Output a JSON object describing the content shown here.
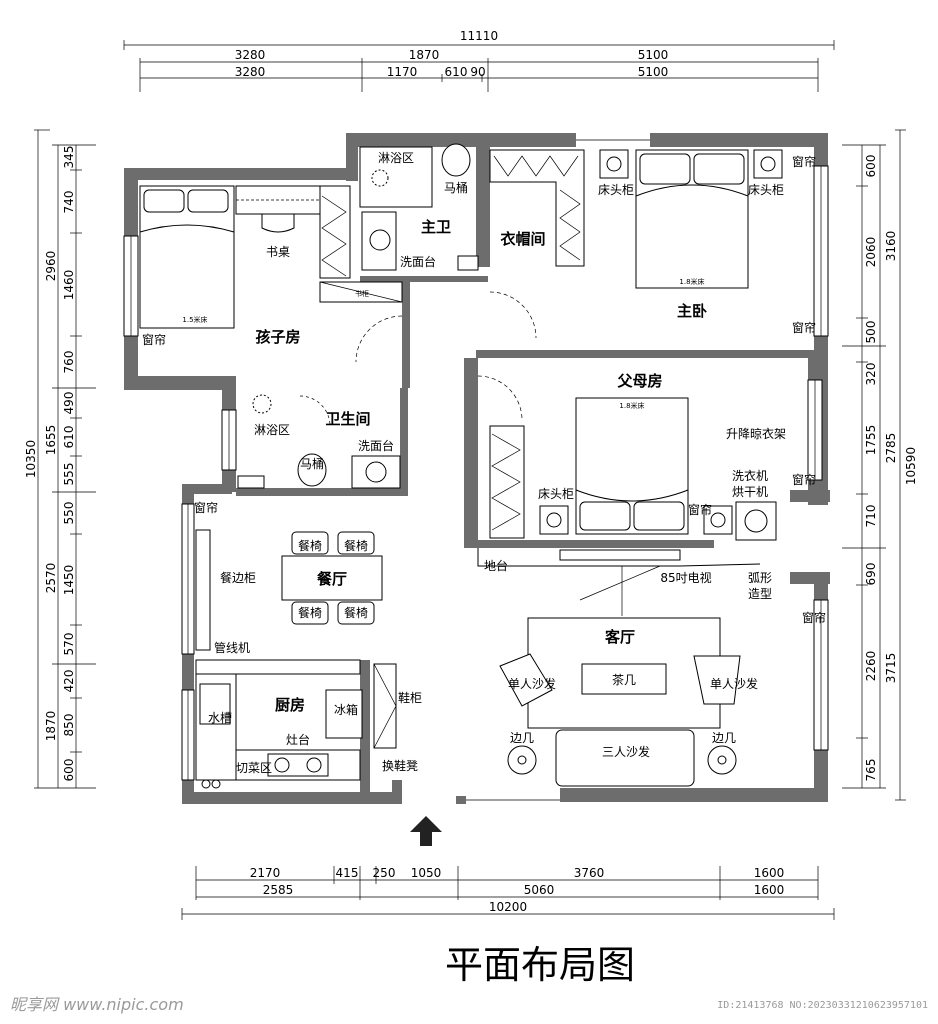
{
  "title": "平面布局图",
  "watermark": {
    "site": "昵享网 www.nipic.com",
    "id_line": "ID:21413768 NO:20230331210623957101"
  },
  "dimensions": {
    "top_total": "11110",
    "top_row1": [
      "3280",
      "1870",
      "5100"
    ],
    "top_row2": [
      "3280",
      "1170",
      "610",
      "90",
      "5100"
    ],
    "left_total": "10350",
    "left_outer": [
      "2960",
      "1655",
      "2570",
      "1870"
    ],
    "left_inner": [
      "345",
      "740",
      "1460",
      "760",
      "490",
      "610",
      "555",
      "550",
      "1450",
      "570",
      "420",
      "850",
      "600"
    ],
    "right_total": "10590",
    "right_outer": [
      "3160",
      "2785",
      "3715"
    ],
    "right_inner": [
      "600",
      "2060",
      "500",
      "320",
      "1755",
      "710",
      "690",
      "2260",
      "765"
    ],
    "bottom_row1": [
      "2170",
      "415",
      "250",
      "1050",
      "3760",
      "1600"
    ],
    "bottom_row2": [
      "2585",
      "5060",
      "1600"
    ],
    "bottom_total": "10200"
  },
  "rooms": {
    "child": "孩子房",
    "master_bath": "主卫",
    "wardrobe": "衣帽间",
    "master_bedroom": "主卧",
    "parents": "父母房",
    "bathroom": "卫生间",
    "dining": "餐厅",
    "living": "客厅",
    "kitchen": "厨房"
  },
  "labels": {
    "shower": "淋浴区",
    "toilet": "马桶",
    "washbasin": "洗面台",
    "desk": "书桌",
    "bookcase": "书柜",
    "curtain": "窗帘",
    "bed_15": "1.5米床",
    "bed_18": "1.8米床",
    "nightstand": "床头柜",
    "drying_rack": "升降晾衣架",
    "washer": "洗衣机",
    "dryer": "烘干机",
    "floor_platform": "地台",
    "tv": "85吋电视",
    "arc_feature": "弧形",
    "feature_shape": "造型",
    "sideboard": "餐边柜",
    "chair": "餐椅",
    "pipeline": "管线机",
    "single_sofa": "单人沙发",
    "tea_table": "茶几",
    "three_sofa": "三人沙发",
    "side_table": "边几",
    "sink": "水槽",
    "fridge": "冰箱",
    "stove": "灶台",
    "chopping": "切菜区",
    "shoe_cabinet": "鞋柜",
    "shoe_stool": "换鞋凳"
  }
}
